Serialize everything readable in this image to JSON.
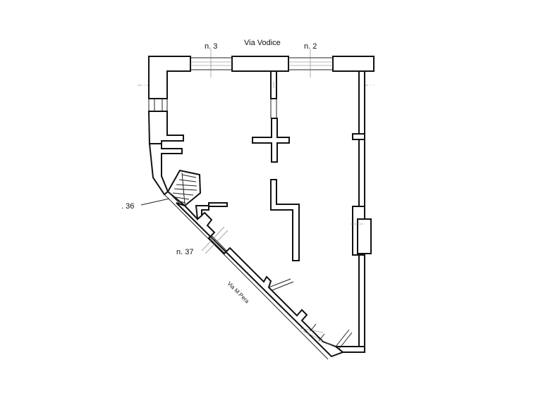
{
  "plan": {
    "street_top": "Via Vodice",
    "street_diagonal": "Via M.Pera",
    "labels": {
      "n3": "n. 3",
      "n2": "n. 2",
      "n36": ". 36",
      "n37": "n. 37"
    },
    "colors": {
      "line": "#111111",
      "background": "#ffffff"
    }
  }
}
